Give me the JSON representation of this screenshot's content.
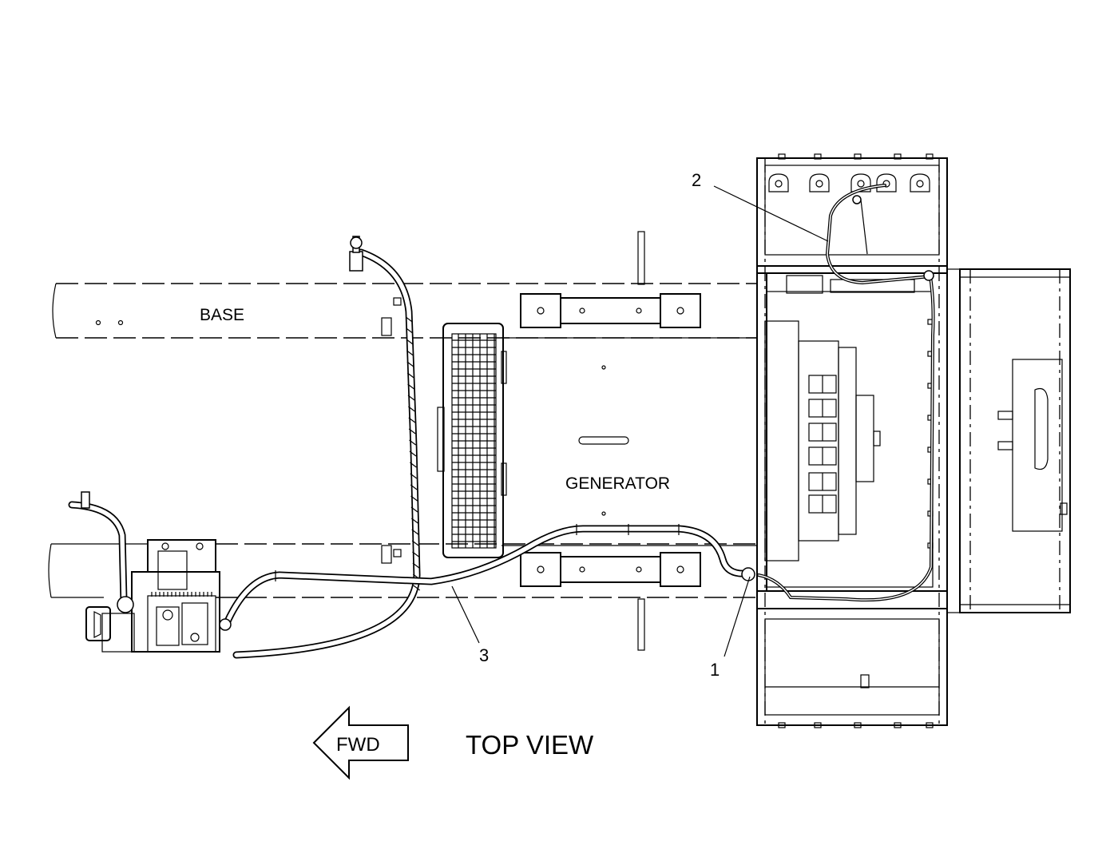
{
  "labels": {
    "base": "BASE",
    "generator": "GENERATOR",
    "view": "TOP VIEW",
    "fwd": "FWD"
  },
  "callouts": [
    {
      "id": "1",
      "text": "1"
    },
    {
      "id": "2",
      "text": "2"
    },
    {
      "id": "3",
      "text": "3"
    }
  ]
}
